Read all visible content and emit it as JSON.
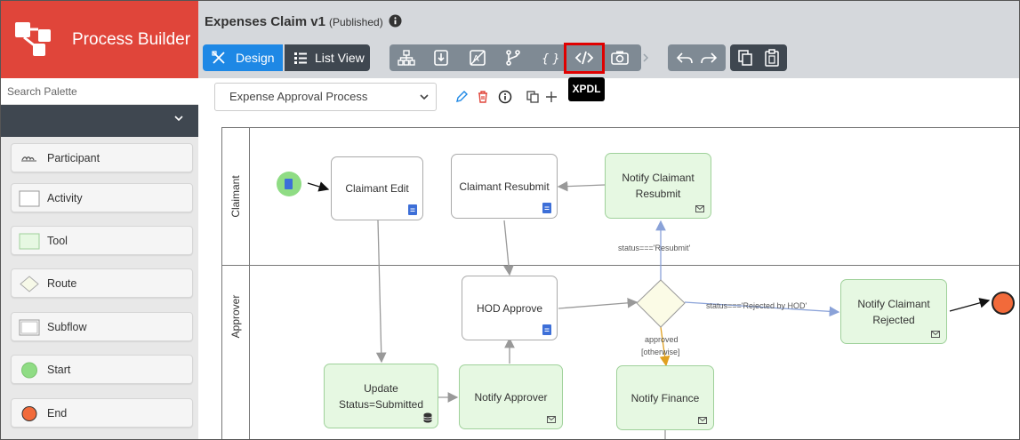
{
  "app": {
    "title": "Process Builder",
    "brand_color": "#e0453a"
  },
  "palette": {
    "search_placeholder": "Search Palette",
    "items": [
      {
        "label": "Participant",
        "icon": "participant-icon"
      },
      {
        "label": "Activity",
        "icon": "activity-icon"
      },
      {
        "label": "Tool",
        "icon": "tool-icon"
      },
      {
        "label": "Route",
        "icon": "route-icon"
      },
      {
        "label": "Subflow",
        "icon": "subflow-icon"
      },
      {
        "label": "Start",
        "icon": "start-icon"
      },
      {
        "label": "End",
        "icon": "end-icon"
      }
    ]
  },
  "header": {
    "title": "Expenses Claim v1",
    "status": "(Published)"
  },
  "view": {
    "design_label": "Design",
    "list_label": "List View"
  },
  "toolbar": {
    "tools": [
      "org-chart-icon",
      "export-icon",
      "translate-icon",
      "branch-icon",
      "braces-icon",
      "code-icon",
      "camera-icon"
    ],
    "tooltip": "XPDL",
    "accent": "#1e88e5"
  },
  "process": {
    "selected": "Expense Approval Process"
  },
  "diagram": {
    "lanes": [
      "Claimant",
      "Approver"
    ],
    "nodes": {
      "claimant_edit": "Claimant Edit",
      "claimant_resubmit": "Claimant Resubmit",
      "notify_resubmit": "Notify Claimant Resubmit",
      "hod_approve": "HOD Approve",
      "notify_rejected": "Notify Claimant Rejected",
      "update_status": "Update Status=Submitted",
      "notify_approver": "Notify Approver",
      "notify_finance": "Notify Finance"
    },
    "conditions": {
      "resubmit": "status==='Resubmit'",
      "rejected": "status==='Rejected by HOD'",
      "approved": "approved",
      "otherwise": "[otherwise]"
    }
  }
}
